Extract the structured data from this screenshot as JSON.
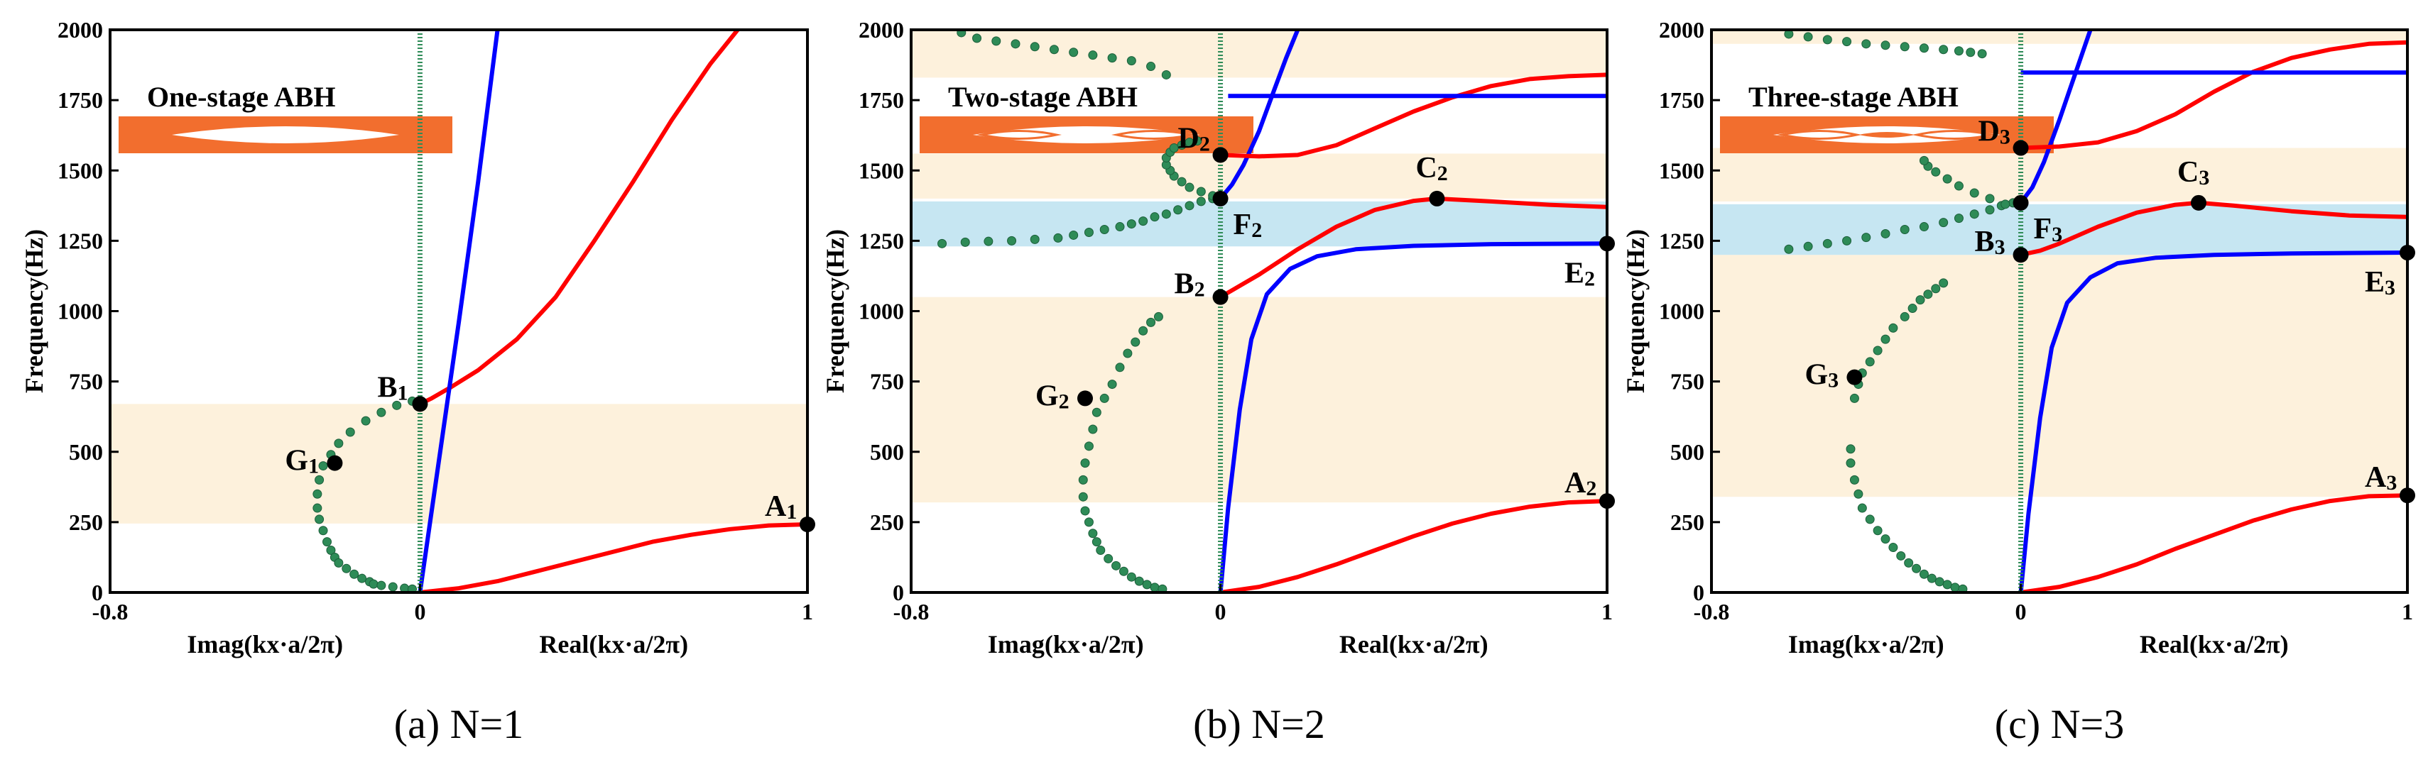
{
  "colors": {
    "band_beige": "#fdf1dc",
    "band_blue": "#c6e6f2",
    "flexural_red": "#ff0000",
    "longitudinal_blue": "#0000ff",
    "imag_green": "#2e8b57",
    "beam_orange": "#f26e2e"
  },
  "chart_data": [
    {
      "type": "line",
      "caption": "(a) N=1",
      "inset_title": "One-stage ABH",
      "ylabel": "Frequency(Hz)",
      "xlabel_imag": "Imag(kx·a/2π)",
      "xlabel_real": "Real(kx·a/2π)",
      "xlim": [
        -0.8,
        1
      ],
      "ylim": [
        0,
        2000
      ],
      "xticks": [
        "-0.8",
        "0",
        "1"
      ],
      "yticks": [
        "0",
        "250",
        "500",
        "750",
        "1000",
        "1250",
        "1500",
        "1750",
        "2000"
      ],
      "bands": [
        {
          "ymin": 245,
          "ymax": 670,
          "kind": "beige"
        }
      ],
      "series": [
        {
          "color": "red",
          "style": "line",
          "x": [
            0,
            0.1,
            0.2,
            0.3,
            0.4,
            0.5,
            0.6,
            0.7,
            0.8,
            0.9,
            1.0
          ],
          "y": [
            0,
            15,
            40,
            75,
            110,
            145,
            180,
            205,
            225,
            238,
            242
          ]
        },
        {
          "color": "red",
          "style": "line",
          "x": [
            0,
            0.03,
            0.08,
            0.15,
            0.25,
            0.35,
            0.45,
            0.55,
            0.65,
            0.75,
            0.82
          ],
          "y": [
            670,
            690,
            730,
            790,
            900,
            1050,
            1250,
            1460,
            1680,
            1880,
            2000
          ]
        },
        {
          "color": "blue",
          "style": "line",
          "x": [
            0,
            0.05,
            0.1,
            0.15,
            0.2
          ],
          "y": [
            0,
            480,
            960,
            1460,
            2000
          ]
        },
        {
          "color": "green",
          "style": "dots",
          "x": [
            -0.02,
            -0.06,
            -0.1,
            -0.14,
            -0.18,
            -0.21,
            -0.23,
            -0.25,
            -0.26,
            -0.265,
            -0.265,
            -0.26,
            -0.25,
            -0.24,
            -0.23,
            -0.22,
            -0.21,
            -0.19,
            -0.17,
            -0.15,
            -0.13,
            -0.12,
            -0.1,
            -0.07,
            -0.04,
            -0.02
          ],
          "y": [
            680,
            665,
            640,
            610,
            570,
            530,
            490,
            450,
            400,
            350,
            300,
            260,
            220,
            180,
            150,
            125,
            105,
            85,
            65,
            50,
            38,
            30,
            25,
            20,
            15,
            12
          ]
        }
      ],
      "points": [
        {
          "label": "A",
          "sub": "1",
          "x": 1.0,
          "y": 242
        },
        {
          "label": "B",
          "sub": "1",
          "x": 0.0,
          "y": 670
        },
        {
          "label": "G",
          "sub": "1",
          "x": -0.22,
          "y": 460
        }
      ]
    },
    {
      "type": "line",
      "caption": "(b) N=2",
      "inset_title": "Two-stage ABH",
      "ylabel": "Frequency(Hz)",
      "xlabel_imag": "Imag(kx·a/2π)",
      "xlabel_real": "Real(kx·a/2π)",
      "xlim": [
        -0.8,
        1
      ],
      "ylim": [
        0,
        2000
      ],
      "xticks": [
        "-0.8",
        "0",
        "1"
      ],
      "yticks": [
        "0",
        "250",
        "500",
        "750",
        "1000",
        "1250",
        "1500",
        "1750",
        "2000"
      ],
      "bands": [
        {
          "ymin": 320,
          "ymax": 1050,
          "kind": "beige"
        },
        {
          "ymin": 1230,
          "ymax": 1390,
          "kind": "blue"
        },
        {
          "ymin": 1400,
          "ymax": 1560,
          "kind": "beige"
        },
        {
          "ymin": 1830,
          "ymax": 2000,
          "kind": "beige"
        }
      ],
      "series": [
        {
          "color": "red",
          "style": "line",
          "x": [
            0,
            0.1,
            0.2,
            0.3,
            0.4,
            0.5,
            0.6,
            0.7,
            0.8,
            0.9,
            1.0
          ],
          "y": [
            0,
            20,
            55,
            100,
            150,
            200,
            245,
            280,
            305,
            320,
            325
          ]
        },
        {
          "color": "blue",
          "style": "line",
          "x": [
            0,
            0.02,
            0.05,
            0.08,
            0.12,
            0.18,
            0.25,
            0.35,
            0.5,
            0.7,
            1.0
          ],
          "y": [
            0,
            300,
            650,
            900,
            1060,
            1150,
            1195,
            1220,
            1232,
            1238,
            1240
          ]
        },
        {
          "color": "red",
          "style": "line",
          "x": [
            0,
            0.05,
            0.1,
            0.2,
            0.3,
            0.4,
            0.5,
            0.56,
            0.7,
            0.85,
            1.0
          ],
          "y": [
            1050,
            1090,
            1130,
            1220,
            1300,
            1360,
            1392,
            1400,
            1390,
            1378,
            1370
          ]
        },
        {
          "color": "blue",
          "style": "line",
          "x": [
            0,
            0.03,
            0.06,
            0.1,
            0.14,
            0.17,
            0.2
          ],
          "y": [
            1400,
            1450,
            1520,
            1640,
            1790,
            1900,
            2000
          ]
        },
        {
          "color": "red",
          "style": "line",
          "x": [
            0,
            0.1,
            0.2,
            0.3,
            0.4,
            0.5,
            0.6,
            0.7,
            0.8,
            0.9,
            1.0
          ],
          "y": [
            1555,
            1550,
            1555,
            1590,
            1650,
            1710,
            1760,
            1800,
            1825,
            1835,
            1840
          ]
        },
        {
          "color": "blue",
          "style": "line",
          "x": [
            0.02,
            1.0
          ],
          "y": [
            1765,
            1765
          ]
        },
        {
          "color": "green",
          "style": "dots",
          "x": [
            -0.16,
            -0.18,
            -0.2,
            -0.22,
            -0.24,
            -0.26,
            -0.28,
            -0.3,
            -0.32,
            -0.33,
            -0.34,
            -0.35,
            -0.355,
            -0.355,
            -0.35,
            -0.34,
            -0.33,
            -0.32,
            -0.31,
            -0.29,
            -0.27,
            -0.25,
            -0.23,
            -0.21,
            -0.19,
            -0.17,
            -0.15
          ],
          "y": [
            980,
            960,
            930,
            890,
            850,
            800,
            740,
            690,
            640,
            580,
            520,
            460,
            400,
            340,
            290,
            250,
            210,
            180,
            150,
            120,
            95,
            75,
            55,
            40,
            28,
            18,
            12
          ]
        },
        {
          "color": "green",
          "style": "dots",
          "x": [
            -0.02,
            -0.05,
            -0.08,
            -0.11,
            -0.14,
            -0.17,
            -0.2,
            -0.23,
            -0.26,
            -0.3,
            -0.34,
            -0.38,
            -0.42,
            -0.48,
            -0.54,
            -0.6,
            -0.66,
            -0.72
          ],
          "y": [
            1400,
            1390,
            1375,
            1360,
            1345,
            1335,
            1320,
            1310,
            1300,
            1290,
            1280,
            1270,
            1260,
            1255,
            1250,
            1248,
            1245,
            1240
          ]
        },
        {
          "color": "green",
          "style": "dots",
          "x": [
            -0.02,
            -0.05,
            -0.08,
            -0.1,
            -0.12,
            -0.13,
            -0.14,
            -0.14,
            -0.13,
            -0.12,
            -0.1,
            -0.08,
            -0.06
          ],
          "y": [
            1410,
            1425,
            1440,
            1460,
            1480,
            1500,
            1520,
            1545,
            1565,
            1580,
            1590,
            1600,
            1605
          ]
        },
        {
          "color": "green",
          "style": "dots",
          "x": [
            -0.67,
            -0.63,
            -0.58,
            -0.53,
            -0.48,
            -0.43,
            -0.38,
            -0.33,
            -0.28,
            -0.23,
            -0.18,
            -0.14
          ],
          "y": [
            1990,
            1970,
            1960,
            1950,
            1940,
            1930,
            1920,
            1910,
            1900,
            1890,
            1870,
            1840
          ]
        }
      ],
      "points": [
        {
          "label": "A",
          "sub": "2",
          "x": 1.0,
          "y": 325
        },
        {
          "label": "B",
          "sub": "2",
          "x": 0.0,
          "y": 1050
        },
        {
          "label": "C",
          "sub": "2",
          "x": 0.56,
          "y": 1400
        },
        {
          "label": "D",
          "sub": "2",
          "x": 0.0,
          "y": 1555
        },
        {
          "label": "E",
          "sub": "2",
          "x": 1.0,
          "y": 1240
        },
        {
          "label": "F",
          "sub": "2",
          "x": 0.0,
          "y": 1400
        },
        {
          "label": "G",
          "sub": "2",
          "x": -0.35,
          "y": 690
        }
      ]
    },
    {
      "type": "line",
      "caption": "(c) N=3",
      "inset_title": "Three-stage ABH",
      "ylabel": "Frequency(Hz)",
      "xlabel_imag": "Imag(kx·a/2π)",
      "xlabel_real": "Real(kx·a/2π)",
      "xlim": [
        -0.8,
        1
      ],
      "ylim": [
        0,
        2000
      ],
      "xticks": [
        "-0.8",
        "0",
        "1"
      ],
      "yticks": [
        "0",
        "250",
        "500",
        "750",
        "1000",
        "1250",
        "1500",
        "1750",
        "2000"
      ],
      "bands": [
        {
          "ymin": 340,
          "ymax": 1200,
          "kind": "beige"
        },
        {
          "ymin": 1200,
          "ymax": 1380,
          "kind": "blue"
        },
        {
          "ymin": 1390,
          "ymax": 1580,
          "kind": "beige"
        },
        {
          "ymin": 1950,
          "ymax": 2000,
          "kind": "beige"
        }
      ],
      "series": [
        {
          "color": "red",
          "style": "line",
          "x": [
            0,
            0.1,
            0.2,
            0.3,
            0.4,
            0.5,
            0.6,
            0.7,
            0.8,
            0.9,
            1.0
          ],
          "y": [
            0,
            20,
            55,
            100,
            155,
            205,
            255,
            295,
            325,
            342,
            345
          ]
        },
        {
          "color": "blue",
          "style": "line",
          "x": [
            0,
            0.02,
            0.05,
            0.08,
            0.12,
            0.18,
            0.25,
            0.35,
            0.5,
            0.7,
            1.0
          ],
          "y": [
            0,
            280,
            620,
            870,
            1030,
            1120,
            1170,
            1190,
            1200,
            1205,
            1208
          ]
        },
        {
          "color": "red",
          "style": "line",
          "x": [
            0,
            0.05,
            0.1,
            0.2,
            0.3,
            0.4,
            0.46,
            0.55,
            0.7,
            0.85,
            1.0
          ],
          "y": [
            1200,
            1215,
            1240,
            1300,
            1350,
            1378,
            1385,
            1375,
            1355,
            1340,
            1335
          ]
        },
        {
          "color": "blue",
          "style": "line",
          "x": [
            0,
            0.03,
            0.06,
            0.1,
            0.13,
            0.16,
            0.18
          ],
          "y": [
            1385,
            1440,
            1530,
            1680,
            1800,
            1920,
            2000
          ]
        },
        {
          "color": "red",
          "style": "line",
          "x": [
            0,
            0.1,
            0.2,
            0.3,
            0.4,
            0.5,
            0.6,
            0.7,
            0.8,
            0.9,
            1.0
          ],
          "y": [
            1580,
            1585,
            1600,
            1640,
            1700,
            1780,
            1850,
            1900,
            1930,
            1950,
            1955
          ]
        },
        {
          "color": "blue",
          "style": "line",
          "x": [
            0.0,
            1.0
          ],
          "y": [
            1848,
            1848
          ]
        },
        {
          "color": "green",
          "style": "dots",
          "x": [
            -0.2,
            -0.22,
            -0.24,
            -0.26,
            -0.28,
            -0.3,
            -0.33,
            -0.35,
            -0.37,
            -0.39,
            -0.41,
            -0.42,
            -0.43
          ],
          "y": [
            1100,
            1080,
            1060,
            1040,
            1010,
            980,
            940,
            900,
            860,
            820,
            780,
            740,
            690
          ]
        },
        {
          "color": "green",
          "style": "dots",
          "x": [
            -0.44,
            -0.44,
            -0.43,
            -0.42,
            -0.41,
            -0.39,
            -0.37,
            -0.35,
            -0.33,
            -0.31,
            -0.29,
            -0.27,
            -0.25,
            -0.23,
            -0.21,
            -0.19,
            -0.17,
            -0.15
          ],
          "y": [
            510,
            460,
            400,
            350,
            300,
            260,
            220,
            190,
            160,
            130,
            105,
            85,
            65,
            50,
            38,
            28,
            18,
            12
          ]
        },
        {
          "color": "green",
          "style": "dots",
          "x": [
            -0.02,
            -0.05,
            -0.08,
            -0.12,
            -0.16,
            -0.2,
            -0.25,
            -0.3,
            -0.35,
            -0.4,
            -0.45,
            -0.5,
            -0.55,
            -0.6
          ],
          "y": [
            1385,
            1375,
            1360,
            1345,
            1330,
            1315,
            1300,
            1290,
            1275,
            1262,
            1250,
            1240,
            1230,
            1220
          ]
        },
        {
          "color": "green",
          "style": "dots",
          "x": [
            -0.04,
            -0.08,
            -0.12,
            -0.16,
            -0.19,
            -0.22,
            -0.24,
            -0.25
          ],
          "y": [
            1380,
            1400,
            1420,
            1445,
            1470,
            1495,
            1515,
            1535
          ]
        },
        {
          "color": "green",
          "style": "dots",
          "x": [
            -0.6,
            -0.55,
            -0.5,
            -0.45,
            -0.4,
            -0.35,
            -0.3,
            -0.25,
            -0.2,
            -0.16,
            -0.13,
            -0.1
          ],
          "y": [
            1985,
            1975,
            1965,
            1958,
            1950,
            1945,
            1940,
            1935,
            1930,
            1925,
            1920,
            1915
          ]
        }
      ],
      "points": [
        {
          "label": "A",
          "sub": "3",
          "x": 1.0,
          "y": 345
        },
        {
          "label": "B",
          "sub": "3",
          "x": 0.0,
          "y": 1200
        },
        {
          "label": "C",
          "sub": "3",
          "x": 0.46,
          "y": 1385
        },
        {
          "label": "D",
          "sub": "3",
          "x": 0.0,
          "y": 1580
        },
        {
          "label": "E",
          "sub": "3",
          "x": 1.0,
          "y": 1208
        },
        {
          "label": "F",
          "sub": "3",
          "x": 0.0,
          "y": 1385
        },
        {
          "label": "G",
          "sub": "3",
          "x": -0.43,
          "y": 765
        }
      ]
    }
  ]
}
